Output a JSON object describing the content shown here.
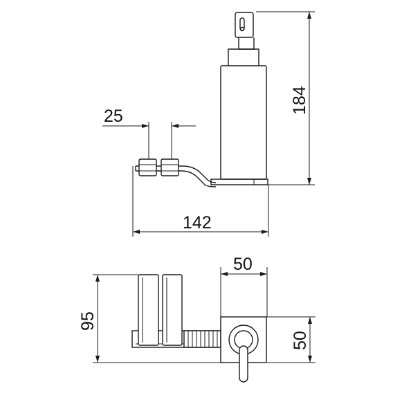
{
  "dimensions": {
    "bracket_pitch": "25",
    "overall_height": "184",
    "overall_width": "142",
    "container_width": "50",
    "overall_depth": "95",
    "container_depth": "50"
  },
  "colors": {
    "line": "#1a1a1a",
    "background": "#ffffff"
  }
}
